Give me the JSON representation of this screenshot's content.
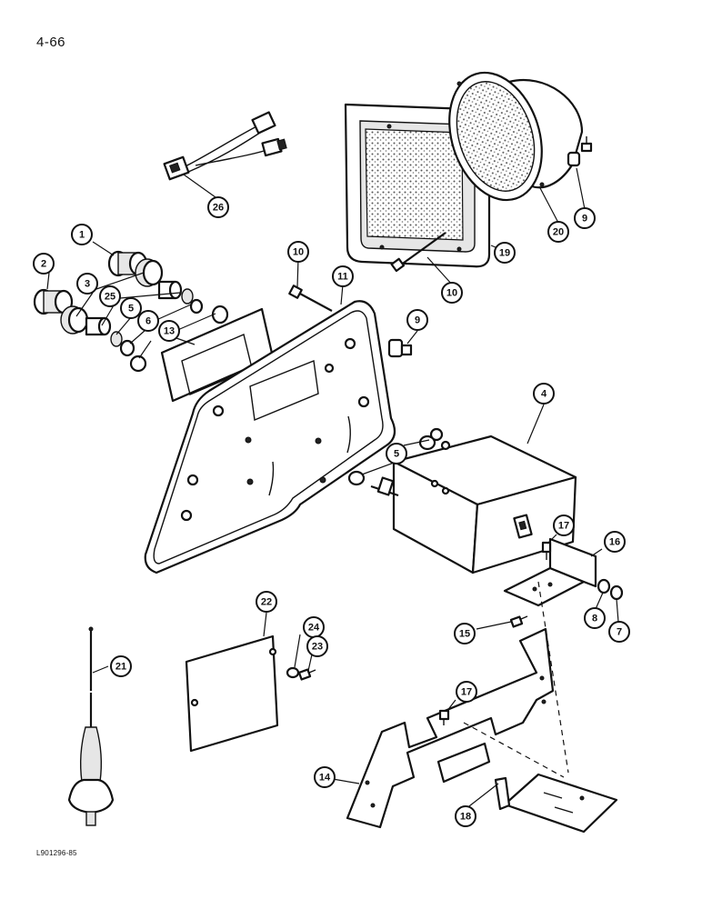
{
  "page_number": "4-66",
  "drawing_code": "L901296-85",
  "callouts": [
    "1",
    "2",
    "3",
    "25",
    "5",
    "6",
    "13",
    "10",
    "11",
    "9",
    "19",
    "10",
    "20",
    "9",
    "26",
    "4",
    "5",
    "17",
    "16",
    "8",
    "7",
    "15",
    "22",
    "24",
    "23",
    "21",
    "17",
    "14",
    "18"
  ]
}
